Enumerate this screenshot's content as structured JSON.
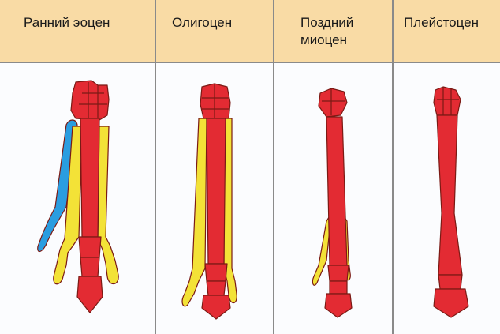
{
  "columns": [
    {
      "label": "Ранний эоцен",
      "stage": "early-eocene"
    },
    {
      "label": "Олигоцен",
      "stage": "oligocene"
    },
    {
      "label": "Поздний\nмиоцен",
      "stage": "late-miocene"
    },
    {
      "label": "Плейстоцен",
      "stage": "pleistocene"
    }
  ],
  "colors": {
    "main_digit": "#e32b33",
    "side_digit": "#f3e237",
    "vestigial_digit": "#2a9de0",
    "outline": "#7a1a14",
    "header_bg": "#f9dba5",
    "divider": "#8a8a8a"
  }
}
